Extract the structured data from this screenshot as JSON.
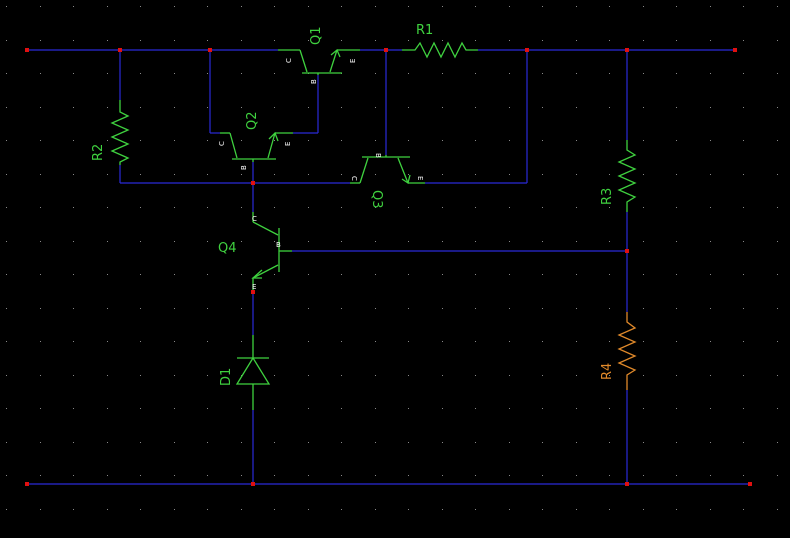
{
  "schematic": {
    "background": "#000000",
    "wire_color": "#2a2ad8",
    "component_color": "#3fd13f",
    "selected_color": "#e0892a",
    "node_color": "#e01010",
    "components": {
      "r1": {
        "ref": "R1"
      },
      "r2": {
        "ref": "R2"
      },
      "r3": {
        "ref": "R3"
      },
      "r4": {
        "ref": "R4",
        "selected": true
      },
      "q1": {
        "ref": "Q1",
        "pins": {
          "c": "C",
          "b": "B",
          "e": "E"
        }
      },
      "q2": {
        "ref": "Q2",
        "pins": {
          "c": "C",
          "b": "B",
          "e": "E"
        }
      },
      "q3": {
        "ref": "Q3",
        "pins": {
          "c": "C",
          "b": "B",
          "e": "E"
        }
      },
      "q4": {
        "ref": "Q4",
        "pins": {
          "c": "C",
          "b": "B",
          "e": "E"
        }
      },
      "d1": {
        "ref": "D1"
      }
    }
  }
}
